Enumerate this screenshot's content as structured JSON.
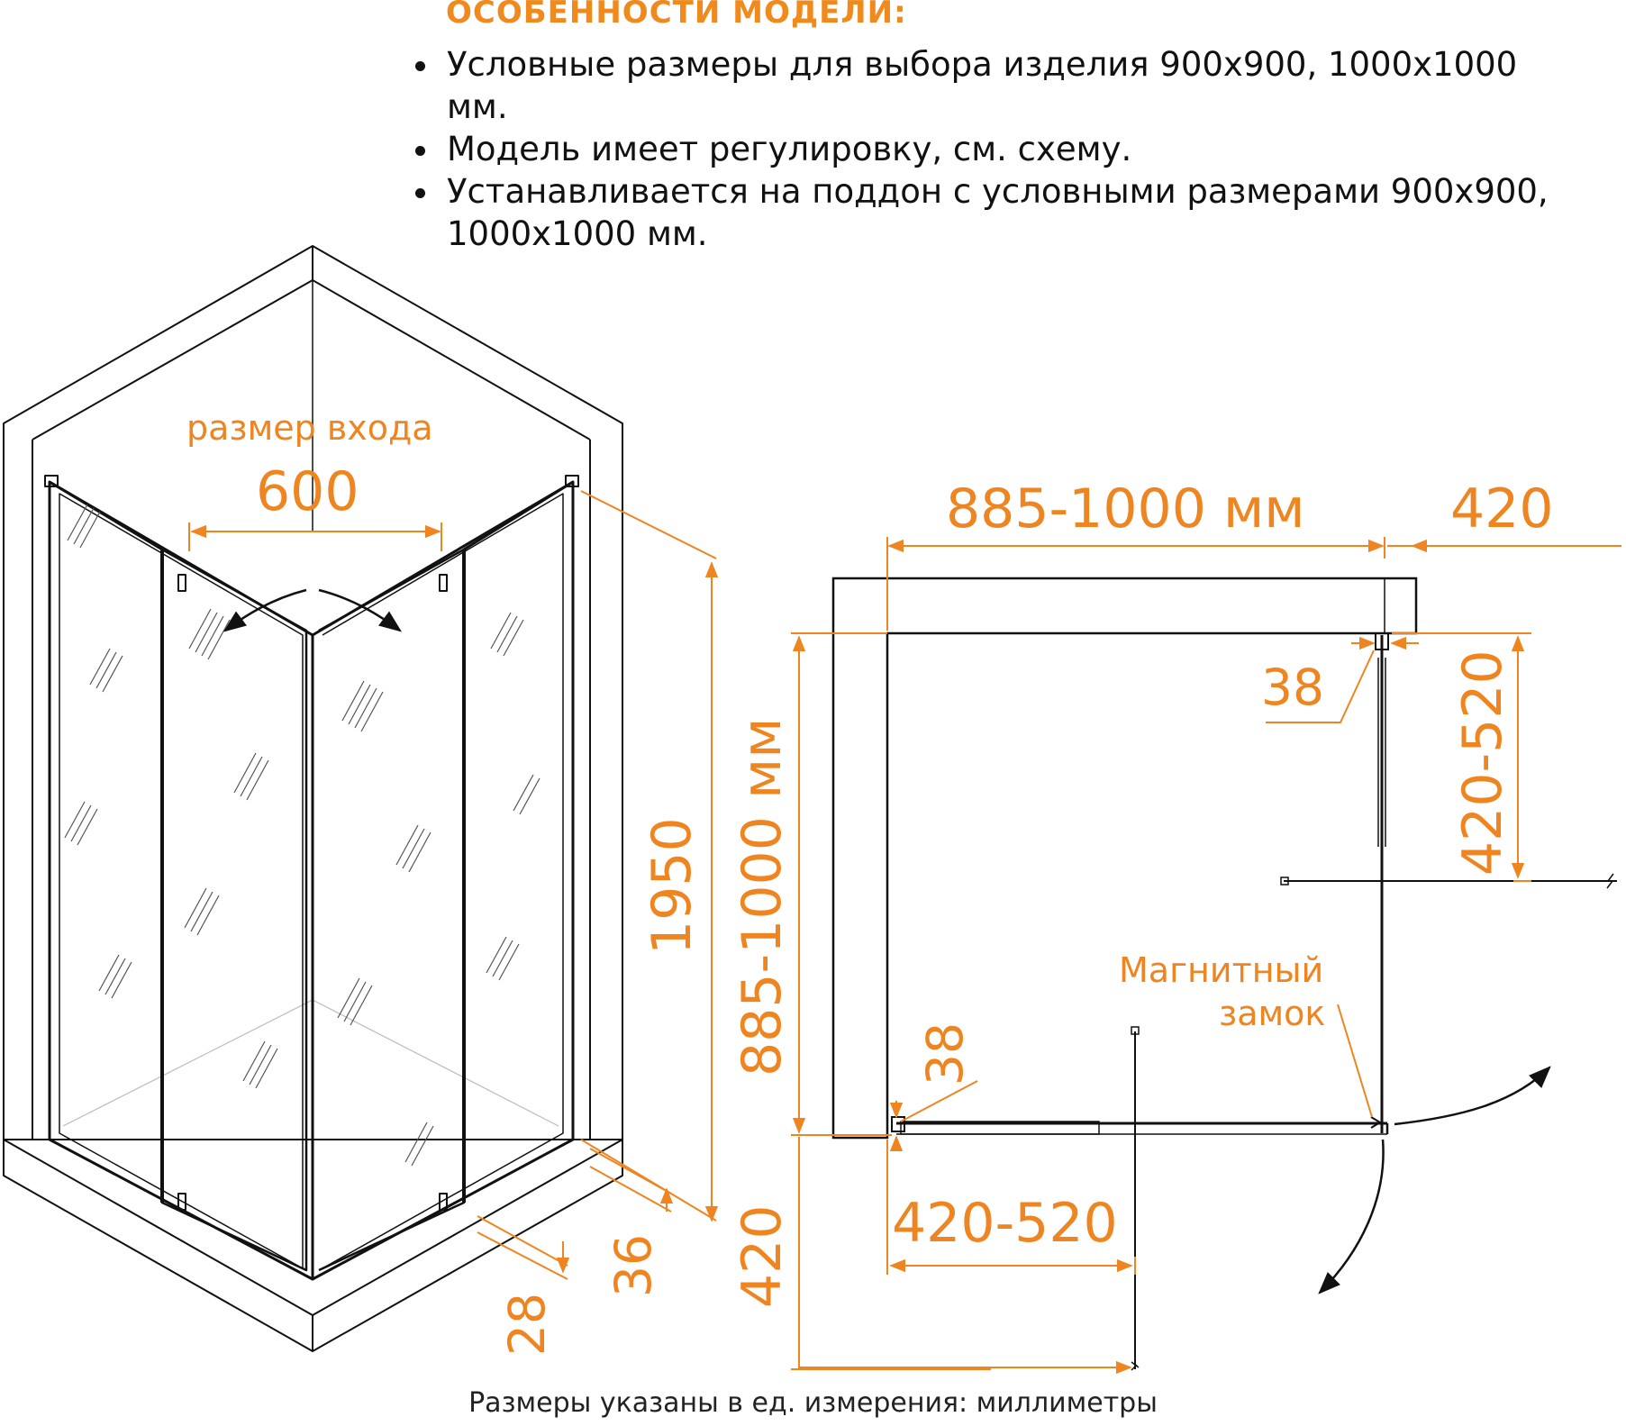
{
  "features": {
    "title": "ОСОБЕННОСТИ МОДЕЛИ:",
    "items": [
      "Условные размеры для выбора изделия 900х900, 1000х1000 мм.",
      "Модель имеет регулировку, см. схему.",
      "Устанавливается на поддон с условными размерами 900х900, 1000х1000 мм."
    ]
  },
  "iso": {
    "entrance_label": "размер входа",
    "entrance_width": "600",
    "height": "1950",
    "dim_36": "36",
    "dim_28": "28"
  },
  "plan": {
    "width": "885-1000 мм",
    "depth": "885-1000 мм",
    "side_offset": "420",
    "door_right": "420-520",
    "door_bottom": "420-520",
    "bottom_offset": "420",
    "gap_top": "38",
    "gap_left": "38",
    "lock_label_line1": "Магнитный",
    "lock_label_line2": "замок"
  },
  "footer": "Размеры указаны в ед. измерения: миллиметры",
  "colors": {
    "dimension": "#ee8520",
    "line": "#111111"
  }
}
